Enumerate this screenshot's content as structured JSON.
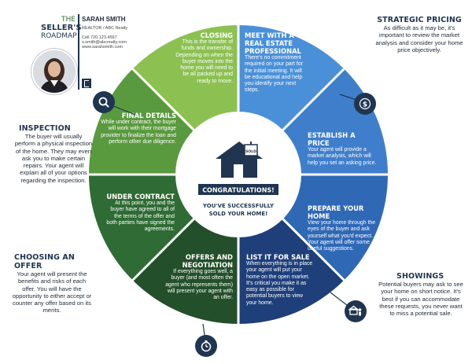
{
  "header": {
    "title_line1": "THE",
    "title_line2": "SELLER'S",
    "title_line3": "ROADMAP",
    "agent_name": "SARAH SMITH",
    "agent_role": "REALTOR / ABC Realty",
    "phone": "Cell 720.123.4567",
    "email": "s.smith@abcrealty.com",
    "website": "www.sarahsmith.com"
  },
  "center": {
    "sold_sign": "SOLD",
    "banner": "CONGRATULATIONS!",
    "subtitle_line1": "YOU'VE SUCCESSFULLY",
    "subtitle_line2": "SOLD YOUR HOME!"
  },
  "segments": {
    "closing": {
      "title": "CLOSING",
      "body": "This is the transfer of funds and ownership. Depending on when the buyer moves into the home you will need to be all packed up and ready to move."
    },
    "meet": {
      "title": "MEET WITH A REAL ESTATE PROFESSIONAL",
      "body": "There's no commitment required on your part for the initial meeting. It will be educational and help you identify your next steps."
    },
    "price": {
      "title": "ESTABLISH A PRICE",
      "body": "Your agent will provide a market analysis, which will help you set an asking price."
    },
    "prepare": {
      "title": "PREPARE YOUR HOME",
      "body": "View your home through the eyes of the buyer and ask yourself what you'd expect. Your agent will offer some useful suggestions."
    },
    "list": {
      "title": "LIST IT FOR SALE",
      "body": "When everything is in place your agent will put your home on the open market. It's critical you make it as easy as possible for potential buyers to view your home."
    },
    "offers": {
      "title": "OFFERS AND NEGOTIATION",
      "body": "If everything goes well, a buyer (and most often the agent who represents them) will present your agent with an offer."
    },
    "contract": {
      "title": "UNDER CONTRACT",
      "body": "At this point, you and the buyer have agreed to all of the terms of the offer and both parties have signed the agreements."
    },
    "details": {
      "title": "FINAL DETAILS",
      "body": "While under contract, the buyer will work with their mortgage provider to finalize the loan and perform other due diligence."
    }
  },
  "sidebars": {
    "strategic": {
      "title": "STRATEGIC PRICING",
      "body": "As difficult as it may be, it's important to review the market analysis and consider your home price objectively."
    },
    "inspection": {
      "title": "INSPECTION",
      "body": "The buyer will usually perform a physical inspection of the home. They may even ask you to make certain repairs. Your agent will explain all of your options regarding the inspection."
    },
    "choosing": {
      "title": "CHOOSING AN OFFER",
      "body": "Your agent will present the benefits and risks of each offer. You will have the opportunity to either accept or counter any offer based on its merits."
    },
    "showings": {
      "title": "SHOWINGS",
      "body": "Potential buyers may ask to see your home on short notice. It's best if you can accommodate these requests, you never want to miss a potential sale."
    }
  },
  "icons": [
    "magnifier-icon",
    "dollar-icon",
    "stopwatch-icon",
    "showing-icon",
    "house-icon",
    "realtor-logo-icon"
  ],
  "colors": {
    "light_green": "#8cc152",
    "mid_green": "#5a9a3e",
    "dark_green": "#2f6b34",
    "darkest_green": "#234f2a",
    "light_blue": "#4a90d9",
    "mid_blue": "#3f7ecb",
    "blue": "#2f68b5",
    "navy": "#1f3f7a",
    "title_navy": "#1f3550"
  }
}
